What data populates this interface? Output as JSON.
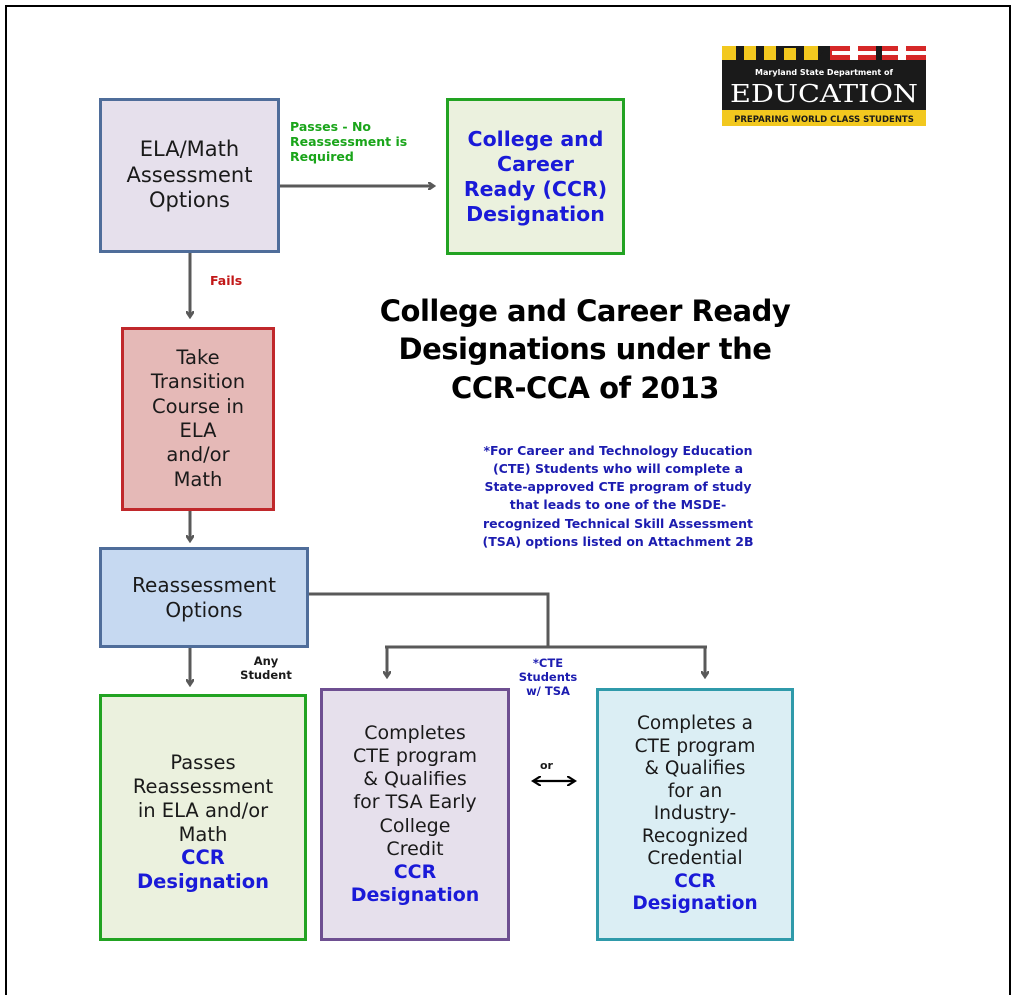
{
  "colors": {
    "ccr_blue": "#1a1ad8",
    "pass_green": "#1aa51a",
    "fail_red": "#c21818",
    "note_blue": "#1c1cb0",
    "arrow_gray": "#595959"
  },
  "logo": {
    "org": "Maryland State Department of",
    "name": "EDUCATION",
    "tagline": "PREPARING WORLD CLASS STUDENTS"
  },
  "title": "College and Career Ready\nDesignations under the\nCCR-CCA of 2013",
  "note": "*For Career and Technology Education\n(CTE) Students who will complete a\nState-approved CTE program of study\nthat leads to one of the MSDE-\nrecognized Technical Skill Assessment\n(TSA)  options listed on Attachment 2B",
  "boxes": {
    "assessment": {
      "text": "ELA/Math\nAssessment\nOptions"
    },
    "ccr_top": {
      "text": "College and\nCareer\nReady (CCR)\nDesignation"
    },
    "transition": {
      "text": "Take\nTransition\nCourse in\nELA\nand/or\nMath"
    },
    "reassessment": {
      "text": "Reassessment\nOptions"
    },
    "passes": {
      "text": "Passes\nReassessment\nin ELA and/or\nMath",
      "ccr": "CCR\nDesignation"
    },
    "tsa": {
      "text": "Completes\nCTE program\n& Qualifies\nfor TSA Early\nCollege\nCredit",
      "ccr": "CCR\nDesignation"
    },
    "industry": {
      "text": "Completes a\nCTE program\n& Qualifies\nfor an\nIndustry-\nRecognized\nCredential",
      "ccr": "CCR\nDesignation"
    }
  },
  "labels": {
    "passes_no_reassessment": "Passes - No\nReassessment is\nRequired",
    "fails": "Fails",
    "any_student": "Any\nStudent",
    "cte_students": "*CTE\nStudents\nw/ TSA",
    "or": "or"
  }
}
